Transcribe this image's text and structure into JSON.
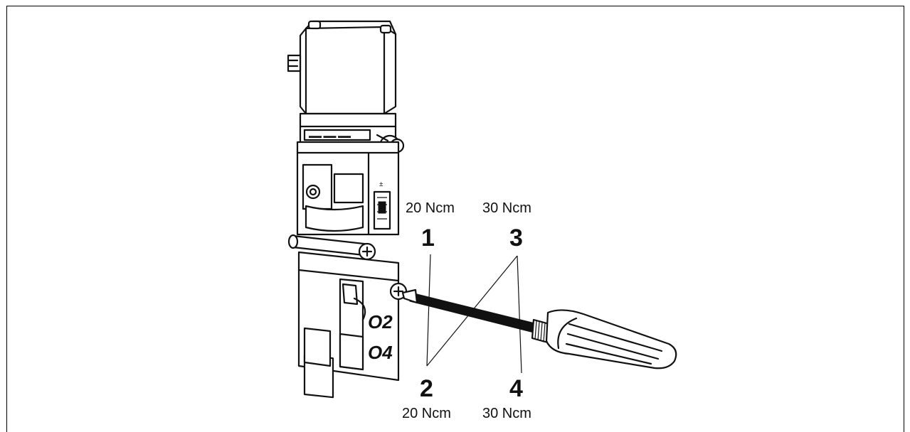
{
  "callouts": {
    "c1": {
      "number": "1",
      "torque": "20 Ncm"
    },
    "c2": {
      "number": "2",
      "torque": "20 Ncm"
    },
    "c3": {
      "number": "3",
      "torque": "30 Ncm"
    },
    "c4": {
      "number": "4",
      "torque": "30 Ncm"
    }
  },
  "ports": {
    "p2": "O2",
    "p4": "O4"
  }
}
